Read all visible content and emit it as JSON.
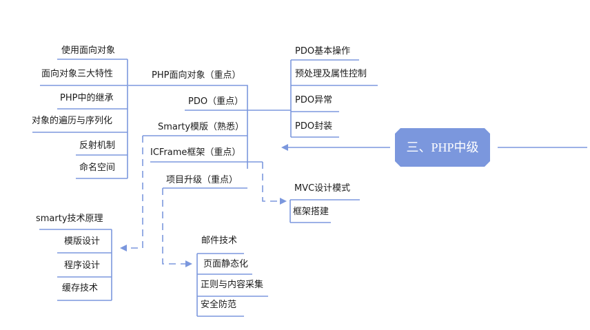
{
  "colors": {
    "line": "#7b97dd",
    "center_fill": "#7b97dd",
    "center_text": "#ffffff",
    "text": "#1a1a1a"
  },
  "center": {
    "label": "三、PHP中级"
  },
  "branches": {
    "oop": "PHP面向对象（重点）",
    "pdo": "PDO（重点）",
    "smarty": "Smarty模版（熟悉）",
    "icframe": "ICFrame框架（重点）",
    "upgrade": "项目升级（重点）"
  },
  "oop_items": [
    "使用面向对象",
    "面向对象三大特性",
    "PHP中的继承",
    "对象的遍历与序列化",
    "反射机制",
    "命名空间"
  ],
  "pdo_items": [
    "PDO基本操作",
    "预处理及属性控制",
    "PDO异常",
    "PDO封装"
  ],
  "smarty_items": [
    "smarty技术原理",
    "模版设计",
    "程序设计",
    "缓存技术"
  ],
  "icframe_items": [
    "MVC设计模式",
    "框架搭建"
  ],
  "upgrade_items": [
    "邮件技术",
    "页面静态化",
    "正则与内容采集",
    "安全防范"
  ]
}
